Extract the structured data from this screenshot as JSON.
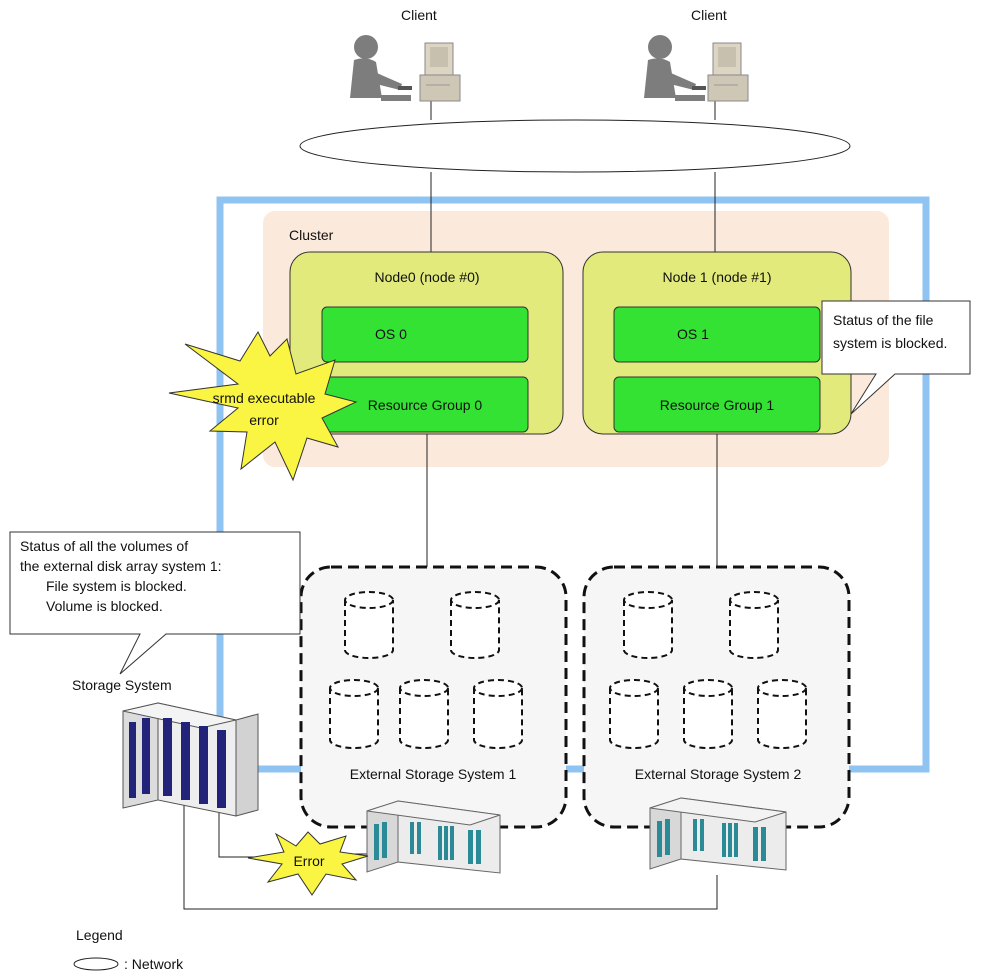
{
  "clients": [
    {
      "label": "Client"
    },
    {
      "label": "Client"
    }
  ],
  "cluster": {
    "label": "Cluster"
  },
  "nodes": [
    {
      "title": "Node0 (node #0)",
      "os": "OS 0",
      "resource_group": "Resource Group 0"
    },
    {
      "title": "Node 1 (node #1)",
      "os": "OS 1",
      "resource_group": "Resource Group 1"
    }
  ],
  "callouts": {
    "node1": [
      "Status of the file",
      "system is blocked."
    ],
    "ext1": [
      "Status of all the volumes of",
      "the external disk array system 1:",
      "File system is blocked.",
      "Volume is blocked."
    ]
  },
  "bursts": {
    "srmd": [
      "srmd executable",
      "error"
    ],
    "error": "Error"
  },
  "storage_system": {
    "label": "Storage System"
  },
  "external_storage": [
    {
      "label": "External Storage System 1"
    },
    {
      "label": "External Storage System 2"
    }
  ],
  "legend": {
    "title": "Legend",
    "network": ": Network"
  },
  "colors": {
    "cluster_bg": "#fbe9dc",
    "node_fill": "#e2ea7c",
    "component_fill": "#33e233",
    "frame_blue": "#8ec3f2",
    "burst_fill": "#faf542"
  }
}
